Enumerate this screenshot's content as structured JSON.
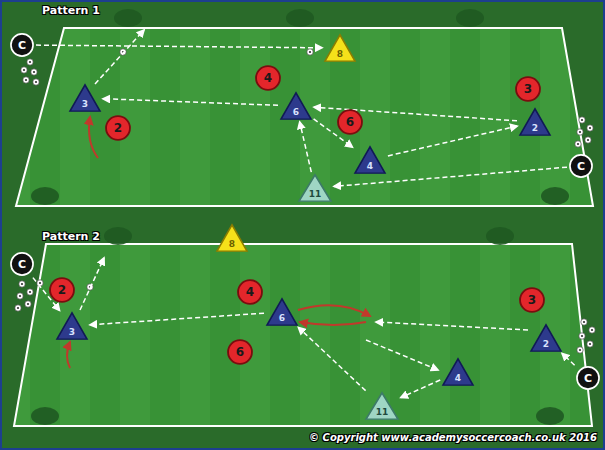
{
  "diagram": {
    "nodes": [
      {
        "text": [
          "C"
        ]
      },
      {
        "text": [
          "8"
        ]
      },
      {
        "text": [
          "4"
        ]
      },
      {
        "text": [
          "3"
        ]
      },
      {
        "text": [
          "3"
        ]
      },
      {
        "text": [
          "6"
        ]
      },
      {
        "text": [
          "2"
        ]
      },
      {
        "text": [
          "6"
        ]
      },
      {
        "text": [
          "2"
        ]
      },
      {
        "text": [
          "4"
        ]
      },
      {
        "text": [
          "C"
        ]
      },
      {
        "text": [
          "11"
        ]
      },
      {
        "text": [
          "8"
        ]
      },
      {
        "text": [
          "C"
        ]
      },
      {
        "text": [
          "2"
        ]
      },
      {
        "text": [
          "4"
        ]
      },
      {
        "text": [
          "3"
        ]
      },
      {
        "text": [
          "6"
        ]
      },
      {
        "text": [
          "3"
        ]
      },
      {
        "text": [
          "2"
        ]
      },
      {
        "text": [
          "6"
        ]
      },
      {
        "text": [
          "4"
        ]
      },
      {
        "text": [
          "C"
        ]
      },
      {
        "text": [
          "11"
        ]
      }
    ],
    "edges": [
      {
        "from": 0,
        "to": 1,
        "arrow": "to"
      },
      {
        "from": 5,
        "to": 4,
        "arrow": "to"
      },
      {
        "from": 6,
        "to": 5,
        "arrow": "to"
      },
      {
        "from": 5,
        "to": 9,
        "arrow": "to"
      },
      {
        "from": 9,
        "to": 6,
        "arrow": "to"
      },
      {
        "from": 10,
        "to": 11,
        "arrow": "to"
      },
      {
        "from": 11,
        "to": 5,
        "arrow": "to"
      },
      {
        "from": 13,
        "to": 18,
        "arrow": "to"
      },
      {
        "from": 17,
        "to": 18,
        "arrow": "to"
      },
      {
        "from": 23,
        "to": 17,
        "arrow": "to"
      },
      {
        "from": 21,
        "to": 23,
        "arrow": "to"
      },
      {
        "from": 22,
        "to": 19,
        "arrow": "to"
      }
    ],
    "labels": [
      "Pattern 1",
      "Pattern 2",
      "© Copyright www.academysoccercoach.co.uk 2016"
    ]
  }
}
